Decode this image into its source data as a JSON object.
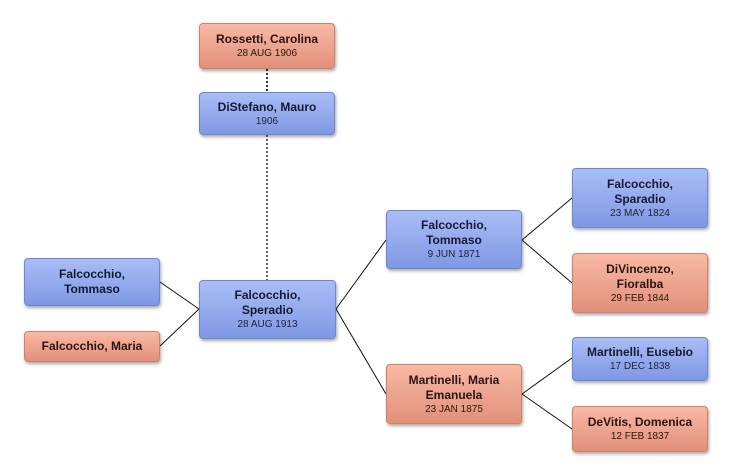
{
  "people": {
    "rossetti_carolina": {
      "name": "Rossetti, Carolina",
      "date": "28 AUG 1906",
      "gender": "female"
    },
    "distefano_mauro": {
      "name": "DiStefano, Mauro",
      "date": "1906",
      "gender": "male"
    },
    "falcocchio_tommaso_child": {
      "name": "Falcocchio, Tommaso",
      "date": "",
      "gender": "male"
    },
    "falcocchio_maria": {
      "name": "Falcocchio, Maria",
      "date": "",
      "gender": "female"
    },
    "falcocchio_speradio": {
      "name": "Falcocchio, Speradio",
      "date": "28 AUG 1913",
      "gender": "male"
    },
    "falcocchio_tommaso_father": {
      "name": "Falcocchio, Tommaso",
      "date": "9 JUN 1871",
      "gender": "male"
    },
    "martinelli_maria_emanuela": {
      "name": "Martinelli, Maria Emanuela",
      "date": "23 JAN 1875",
      "gender": "female"
    },
    "falcocchio_sparadio": {
      "name": "Falcocchio, Sparadio",
      "date": "23 MAY 1824",
      "gender": "male"
    },
    "divincenzo_fioralba": {
      "name": "DiVincenzo, Fioralba",
      "date": "29 FEB 1844",
      "gender": "female"
    },
    "martinelli_eusebio": {
      "name": "Martinelli, Eusebio",
      "date": "17 DEC 1838",
      "gender": "male"
    },
    "devitis_domenica": {
      "name": "DeVitis, Domenica",
      "date": "12 FEB 1837",
      "gender": "female"
    }
  },
  "colors": {
    "male_fill": "#96acef",
    "female_fill": "#eea28c",
    "connector": "#111111",
    "spouse_link": "#333333"
  }
}
